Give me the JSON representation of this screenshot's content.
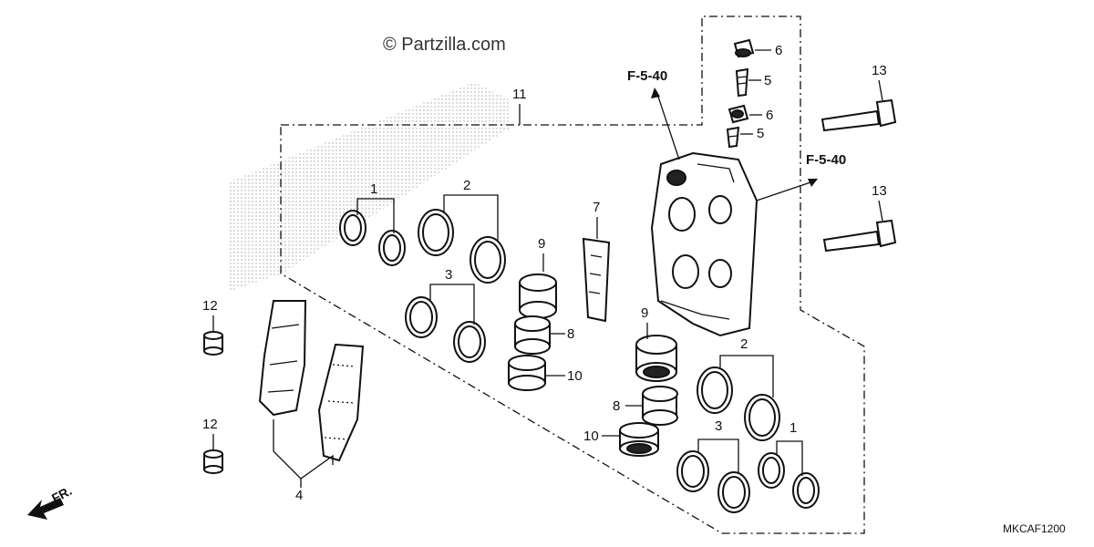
{
  "watermark": "© Partzilla.com",
  "diagram_code": "MKCAF1200",
  "front_label": "FR.",
  "reference_labels": [
    "F-5-40",
    "F-5-40"
  ],
  "callouts": {
    "c1a": "1",
    "c1b": "1",
    "c2a": "2",
    "c2b": "2",
    "c3a": "3",
    "c3b": "3",
    "c4": "4",
    "c5a": "5",
    "c5b": "5",
    "c6a": "6",
    "c6b": "6",
    "c7": "7",
    "c8a": "8",
    "c8b": "8",
    "c9a": "9",
    "c9b": "9",
    "c10a": "10",
    "c10b": "10",
    "c11": "11",
    "c12a": "12",
    "c12b": "12",
    "c13a": "13",
    "c13b": "13"
  }
}
